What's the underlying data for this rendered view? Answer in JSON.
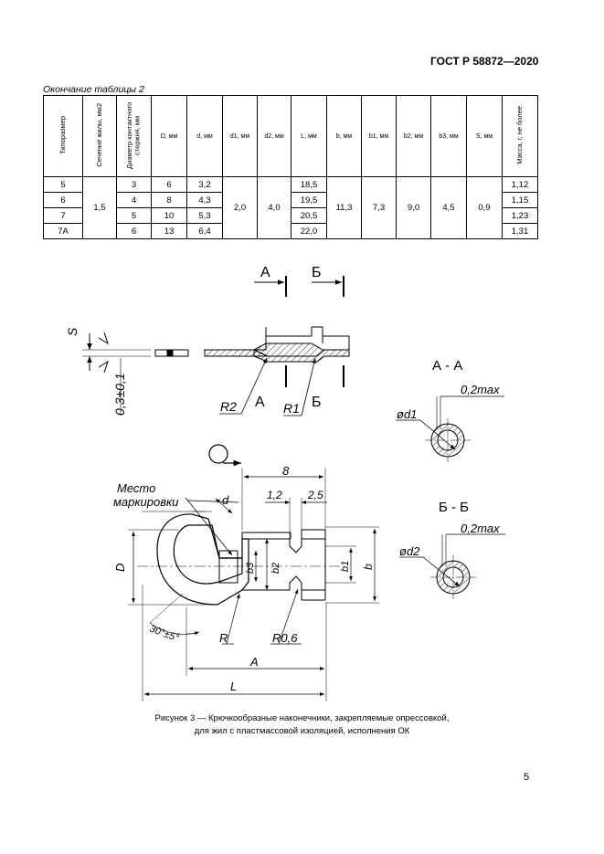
{
  "header": {
    "doc_code": "ГОСТ Р 58872—2020"
  },
  "table": {
    "caption": "Окончание таблицы 2",
    "columns": [
      "Типоразмер",
      "Сечение жилы, мм2",
      "Диаметр контактного стержня, мм",
      "D, мм",
      "d, мм",
      "d1, мм",
      "d2, мм",
      "L, мм",
      "b, мм",
      "b1, мм",
      "b2, мм",
      "b3, мм",
      "S, мм",
      "Масса, г, не более"
    ],
    "shared": {
      "section": "1,5",
      "d1": "2,0",
      "d2": "4,0",
      "b": "11,3",
      "b1": "7,3",
      "b2": "9,0",
      "b3": "4,5",
      "S": "0,9"
    },
    "rows": [
      {
        "size": "5",
        "rod": "3",
        "D": "6",
        "d": "3,2",
        "L": "18,5",
        "mass": "1,12"
      },
      {
        "size": "6",
        "rod": "4",
        "D": "8",
        "d": "4,3",
        "L": "19,5",
        "mass": "1,15"
      },
      {
        "size": "7",
        "rod": "5",
        "D": "10",
        "d": "5,3",
        "L": "20,5",
        "mass": "1,23"
      },
      {
        "size": "7А",
        "rod": "6",
        "D": "13",
        "d": "6,4",
        "L": "22,0",
        "mass": "1,31"
      }
    ]
  },
  "figure": {
    "labels": {
      "sec_a": "А",
      "sec_b": "Б",
      "s": "S",
      "thickness": "0,3±0,1",
      "r2": "R2",
      "r1": "R1",
      "view_aa": "А - А",
      "view_bb": "Б - Б",
      "max1": "0,2max",
      "max2": "0,2max",
      "phi_d1": "ød1",
      "phi_d2": "ød2",
      "dim_8": "8",
      "dim_12": "1,2",
      "dim_25": "2,5",
      "marking_1": "Место",
      "marking_2": "маркировки",
      "d_small": "d",
      "D_big": "D",
      "b3": "b3",
      "b2": "b2",
      "b1": "b1",
      "b": "b",
      "angle": "30°±5°",
      "R": "R",
      "r06": "R0,6",
      "A": "А",
      "L": "L"
    },
    "caption_line1": "Рисунок 3 — Крючкообразные наконечники, закрепляемые опрессовкой,",
    "caption_line2": "для жил с пластмассовой изоляцией, исполнения ОК"
  },
  "page_number": "5"
}
